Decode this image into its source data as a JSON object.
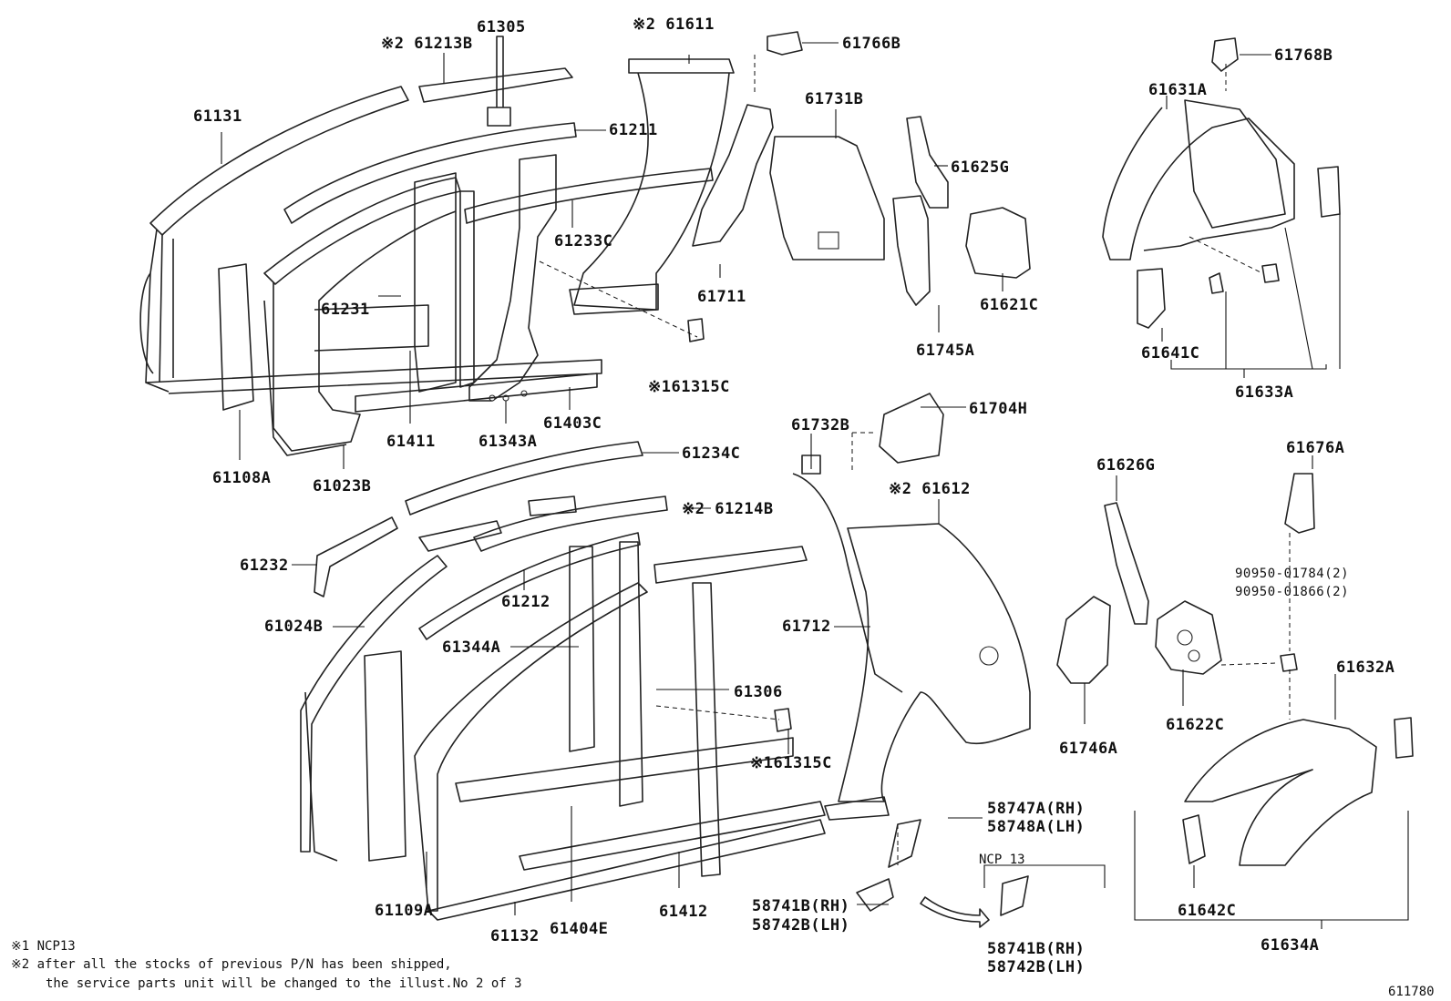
{
  "callouts": {
    "p61131": "61131",
    "p61213B": "※2 61213B",
    "p61305": "61305",
    "p61611": "※2 61611",
    "p61766B": "61766B",
    "p61211": "61211",
    "p61731B": "61731B",
    "p61625G": "61625G",
    "p61233C": "61233C",
    "p61231": "61231",
    "p61711": "61711",
    "p61621C": "61621C",
    "p61745A": "61745A",
    "p61315C_top": "※161315C",
    "p61108A": "61108A",
    "p61023B": "61023B",
    "p61411": "61411",
    "p61343A": "61343A",
    "p61403C": "61403C",
    "p61768B": "61768B",
    "p61631A": "61631A",
    "p61641C": "61641C",
    "p61633A": "61633A",
    "p61732B": "61732B",
    "p61704H": "61704H",
    "p61234C": "61234C",
    "p61612": "※2 61612",
    "p61214B": "※2 61214B",
    "p61232": "61232",
    "p61212": "61212",
    "p61024B": "61024B",
    "p61344A": "61344A",
    "p61712": "61712",
    "p61306": "61306",
    "p61315C_bottom": "※161315C",
    "p61626G": "61626G",
    "p61676A": "61676A",
    "p90950_01784": "90950-01784(2)",
    "p90950_01866": "90950-01866(2)",
    "p61746A": "61746A",
    "p61622C": "61622C",
    "p61632A": "61632A",
    "p58747A": "58747A(RH)",
    "p58748A": "58748A(LH)",
    "p58741B_a": "58741B(RH)",
    "p58742B_a": "58742B(LH)",
    "p58741B_b": "58741B(RH)",
    "p58742B_b": "58742B(LH)",
    "ncp13_box": "NCP 13",
    "p61109A": "61109A",
    "p61132": "61132",
    "p61404E": "61404E",
    "p61412": "61412",
    "p61642C": "61642C",
    "p61634A": "61634A"
  },
  "footnotes": {
    "note1": "※1 NCP13",
    "note2_line1": "※2 after all the stocks of previous P/N has been shipped,",
    "note2_line2": "the service parts unit will be changed to the illust.No 2 of 3"
  },
  "figure_id": "611780"
}
